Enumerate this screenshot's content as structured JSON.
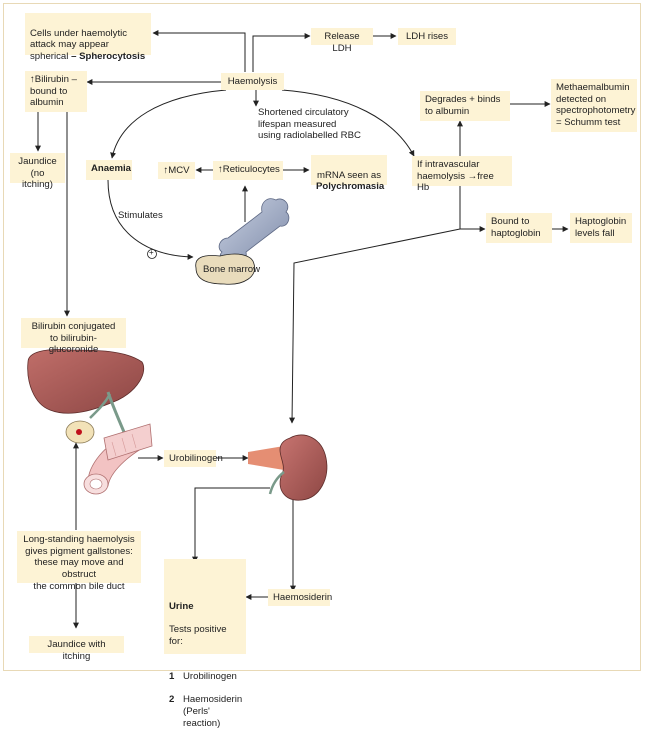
{
  "boxes": {
    "spherocytosis": {
      "pre": "Cells under haemolytic\nattack may appear\nspherical ",
      "bold": "– Spherocytosis"
    },
    "release_ldh": "Release LDH",
    "ldh_rises": "LDH rises",
    "haemolysis": "Haemolysis",
    "bilirubin": "↑Bilirubin –\nbound to\nalbumin",
    "methaemalbumin": "Methaemalbumin\ndetected on\nspectrophotometry\n= Schumm test",
    "degrades": "Degrades + binds\nto albumin",
    "shortened": "Shortened circulatory\nlifespan measured\nusing radiolabelled RBC",
    "jaundice_no_itch": "Jaundice\n(no itching)",
    "anaemia": "Anaemia",
    "mcv": "↑MCV",
    "reticulocytes": "↑Reticulocytes",
    "mrna": {
      "pre": "mRNA seen as",
      "bold": "Polychromasia"
    },
    "intravascular": "If intravascular\nhaemolysis →free Hb",
    "stimulates": "Stimulates",
    "plus": "+",
    "bound_haptoglobin": "Bound to\nhaptoglobin",
    "haptoglobin_fall": "Haptoglobin\nlevels fall",
    "bone_marrow": "Bone marrow",
    "bilirubin_conjugated": "Bilirubin conjugated\nto bilirubin-glucoronide",
    "urobilinogen": "Urobilinogen",
    "gallstones": "Long-standing haemolysis\ngives pigment gallstones:\nthese may move and obstruct\nthe common bile duct",
    "haemosiderin": "Haemosiderin",
    "jaundice_itch": "Jaundice with itching"
  },
  "urine": {
    "title": "Urine",
    "subtitle": "Tests positive for:",
    "items": [
      {
        "num": "1",
        "text": "Urobilinogen"
      },
      {
        "num": "2",
        "text": "Haemosiderin\n(Perls' reaction)"
      }
    ]
  },
  "icons": [
    "bone-icon",
    "liver-icon",
    "gallbladder-icon",
    "intestine-icon",
    "kidney-icon",
    "urine-tube-icon"
  ],
  "colors": {
    "box_fill": "#fdf3d5",
    "liver": "#a85a57",
    "kidney": "#a85a57",
    "intestine": "#f2c3c3",
    "bone": "#9aa7c2",
    "marrow": "#e9dcbc",
    "arrow": "#222222"
  }
}
